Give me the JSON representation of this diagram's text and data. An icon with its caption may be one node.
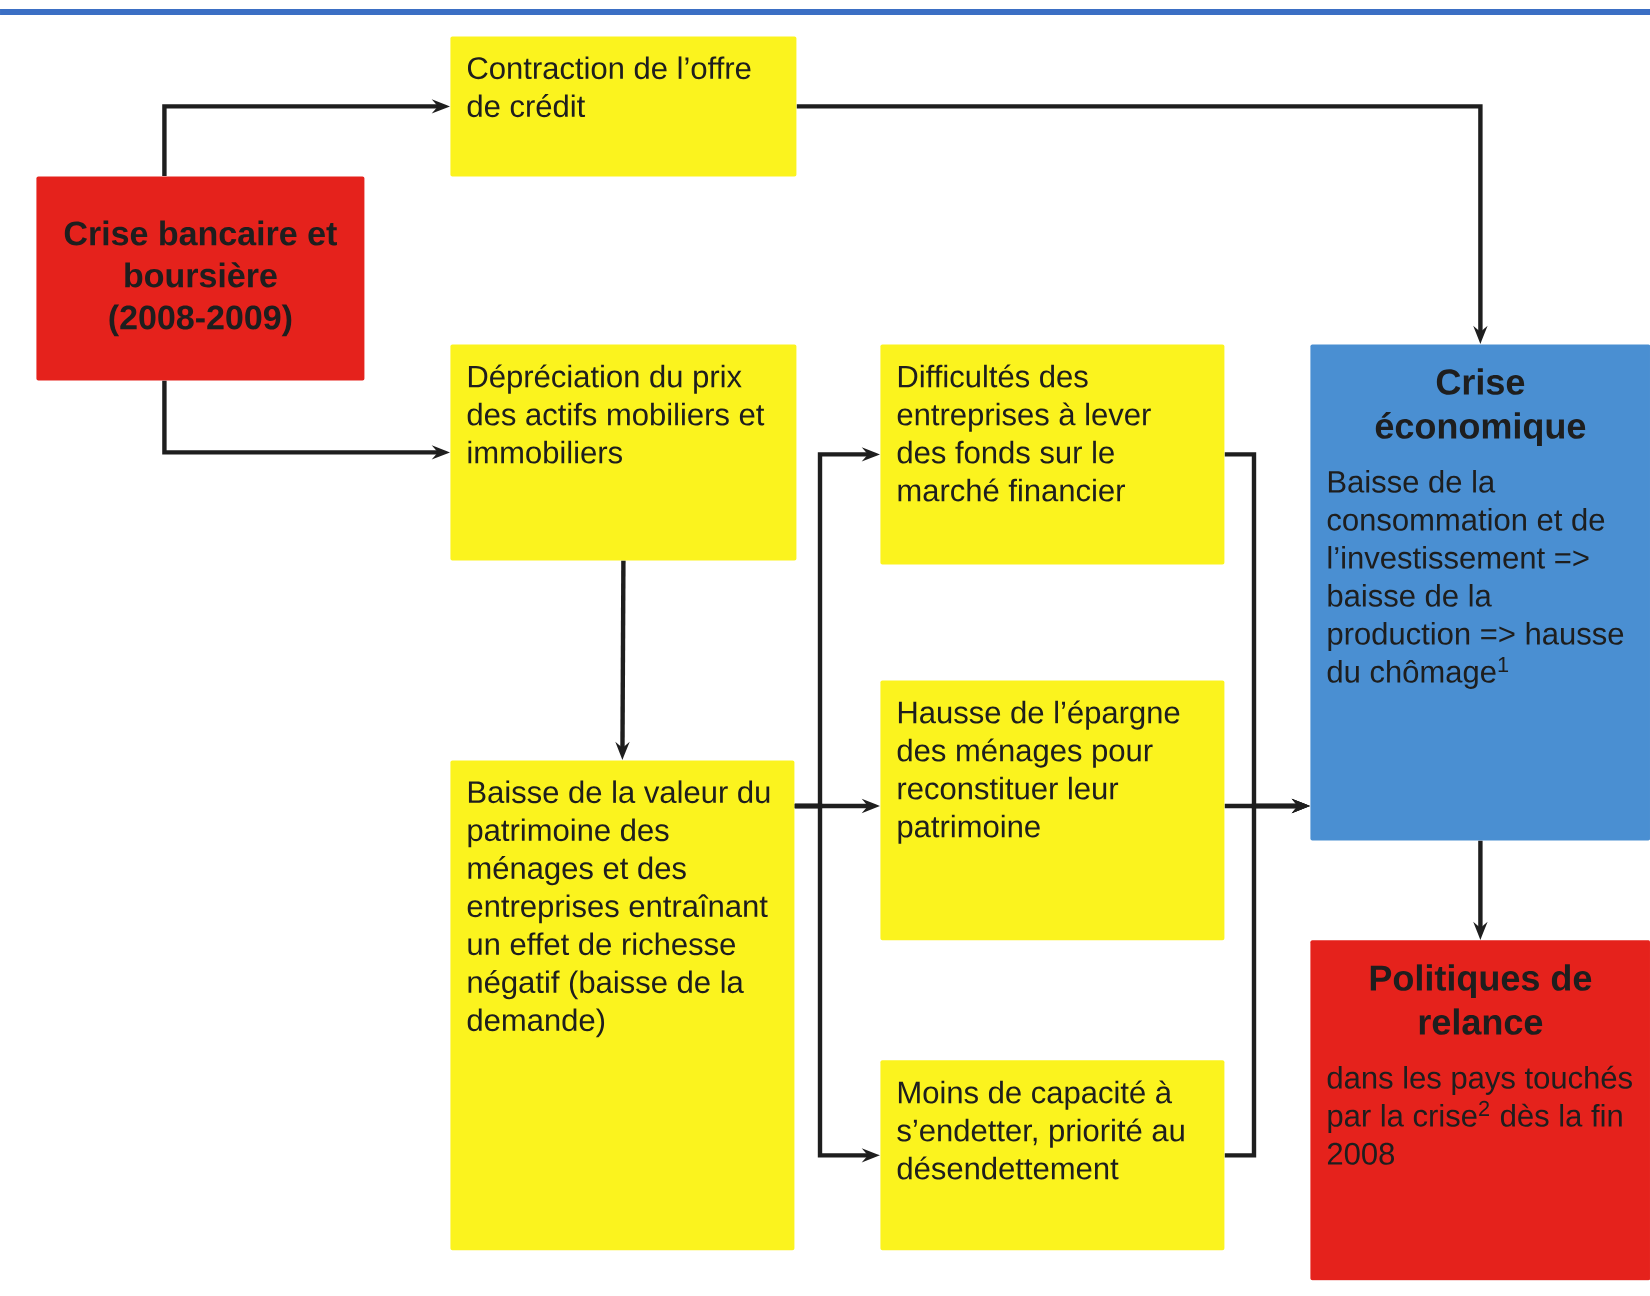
{
  "diagram": {
    "nodes": [
      {
        "text": [
          "Crise bancaire et boursière (2008-2009)"
        ]
      },
      {
        "text": [
          "Contraction de l’offre de crédit"
        ]
      },
      {
        "text": [
          "Dépréciation du prix des actifs mobiliers et immobiliers"
        ]
      },
      {
        "text": [
          "Baisse de la valeur du patrimoine des ménages et des entreprises entraînant un effet de richesse négatif (baisse de la demande)"
        ]
      },
      {
        "text": [
          "Difficultés des entreprises à lever des fonds sur le marché financier"
        ]
      },
      {
        "text": [
          "Hausse de l’épargne des ménages pour reconstituer leur patrimoine"
        ]
      },
      {
        "text": [
          "Moins de capacité à s’endetter, priorité au désendettement"
        ]
      },
      {
        "text": [
          "Crise économique",
          "Baisse de la consommation et de l’investissement => baisse de la production => hausse du chômage$^{1}$"
        ]
      },
      {
        "text": [
          "Politiques de relance",
          "dans les pays touchés par la crise$^{2}$ dès la fin 2008"
        ]
      }
    ],
    "edges": [
      {
        "from": 0,
        "to": 1,
        "arrow": "to"
      },
      {
        "from": 0,
        "to": 2,
        "arrow": "to"
      },
      {
        "from": 1,
        "to": 7,
        "arrow": "to"
      },
      {
        "from": 2,
        "to": 3,
        "arrow": "to"
      },
      {
        "from": 3,
        "to": 4,
        "arrow": "to"
      },
      {
        "from": 3,
        "to": 5,
        "arrow": "to"
      },
      {
        "from": 3,
        "to": 6,
        "arrow": "to"
      },
      {
        "from": 4,
        "to": 7,
        "arrow": "to"
      },
      {
        "from": 5,
        "to": 7,
        "arrow": "to"
      },
      {
        "from": 6,
        "to": 7,
        "arrow": "to"
      },
      {
        "from": 7,
        "to": 8,
        "arrow": "to"
      }
    ]
  }
}
